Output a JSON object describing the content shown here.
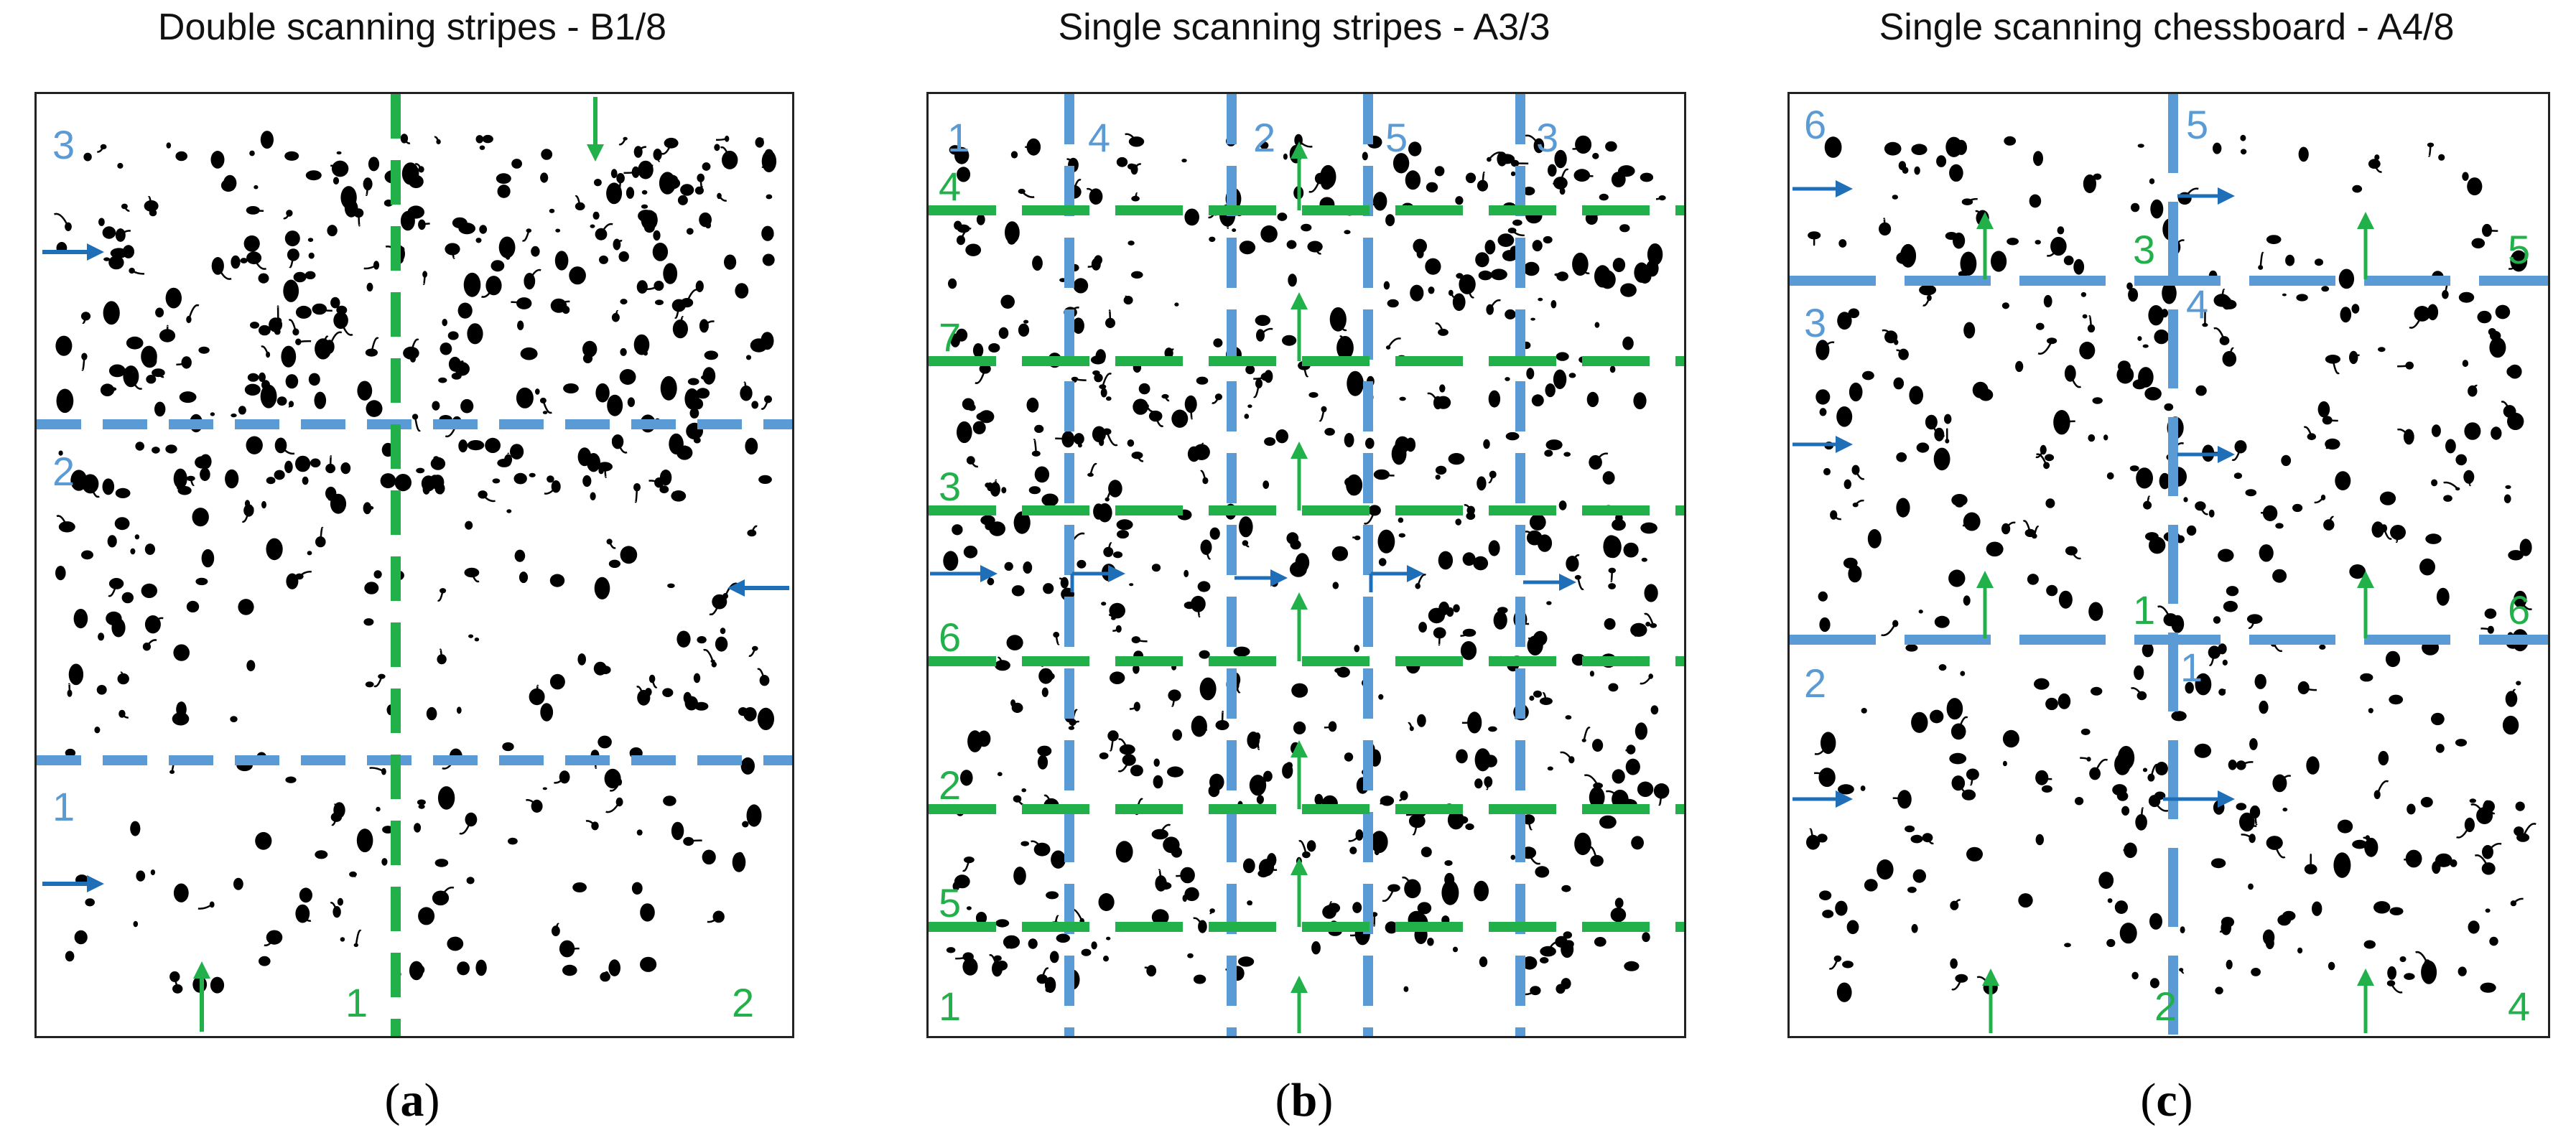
{
  "colors": {
    "blue": "#5b9bd5",
    "green": "#22b04a",
    "arrow_blue": "#1f6fb8",
    "arrow_green": "#22b04a",
    "dots": "#000000"
  },
  "panels": [
    {
      "id": "a",
      "title": "Double scanning stripes - B1/8",
      "caption_letter": "a",
      "blue_labels": [
        "3",
        "2",
        "1"
      ],
      "green_labels": [
        "1",
        "2"
      ]
    },
    {
      "id": "b",
      "title": "Single scanning stripes - A3/3",
      "caption_letter": "b",
      "blue_labels": [
        "1",
        "4",
        "2",
        "5",
        "3"
      ],
      "green_labels": [
        "4",
        "7",
        "3",
        "6",
        "2",
        "5",
        "1"
      ]
    },
    {
      "id": "c",
      "title": "Single scanning chessboard - A4/8",
      "caption_letter": "c",
      "blue_labels": [
        "6",
        "5",
        "3",
        "4",
        "2",
        "1"
      ],
      "green_labels": [
        "3",
        "5",
        "1",
        "6",
        "2",
        "4"
      ]
    }
  ]
}
